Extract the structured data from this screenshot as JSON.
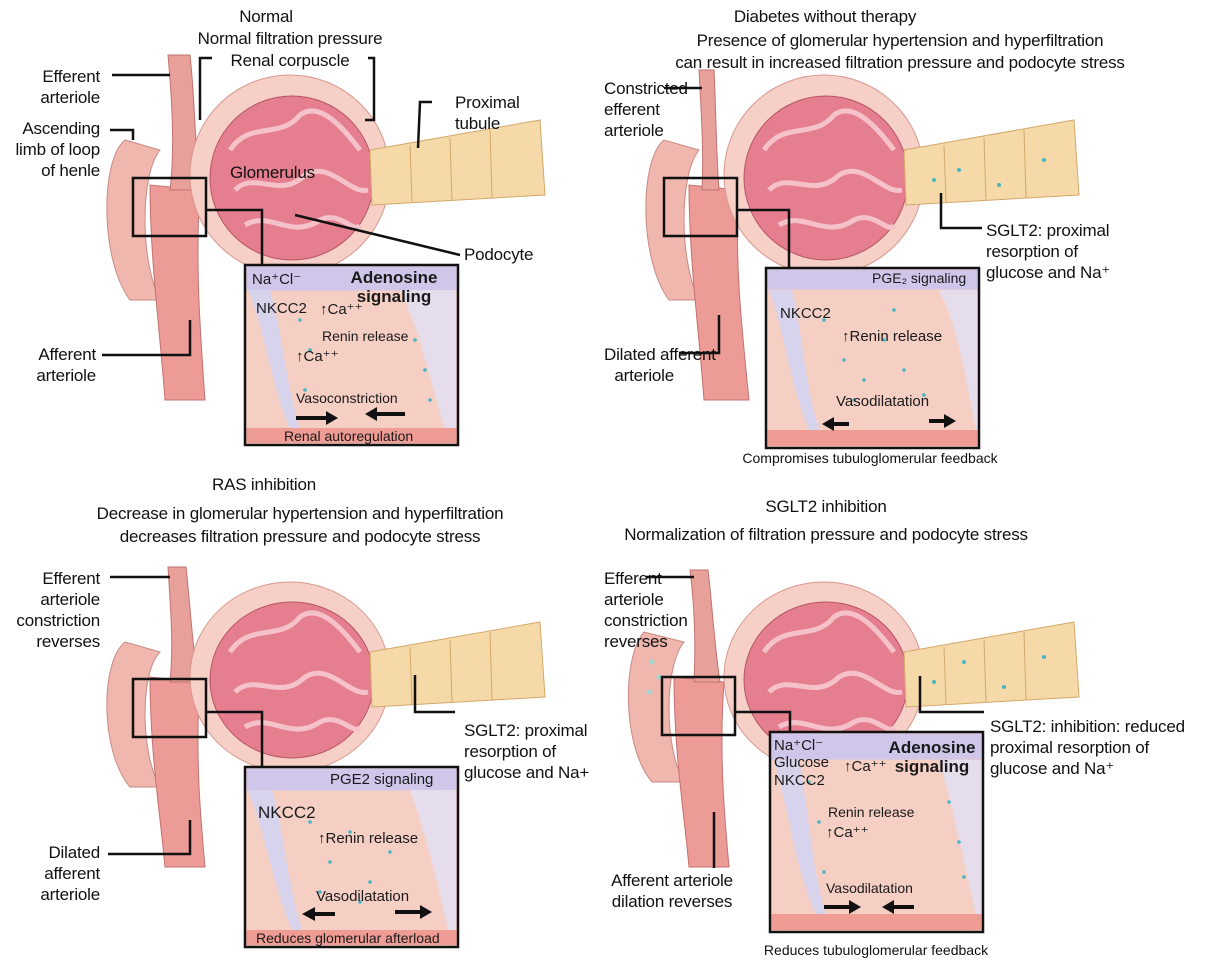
{
  "panels": [
    {
      "title": [
        "Normal",
        "Normal filtration pressure"
      ],
      "labels": {
        "renal_corpuscle": "Renal corpuscle",
        "efferent": [
          "Efferent",
          "arteriole"
        ],
        "ascending": [
          "Ascending",
          "limb of loop",
          "of henle"
        ],
        "glomerulus": "Glomerulus",
        "proximal": [
          "Proximal",
          "tubule"
        ],
        "podocyte": "Podocyte",
        "afferent": [
          "Afferent",
          "arteriole"
        ]
      },
      "inset": {
        "ion": "Na⁺Cl⁻",
        "signaling": [
          "Adenosine",
          "signaling"
        ],
        "nkcc2": "NKCC2",
        "ca1": "↑Ca⁺⁺",
        "renin": "Renin release",
        "ca2": "↑Ca⁺⁺",
        "vaso": "Vasoconstriction",
        "band": "Renal autoregulation"
      }
    },
    {
      "title": [
        "Diabetes without therapy",
        "Presence of glomerular hypertension and hyperfiltration",
        "can result in increased filtration pressure and podocyte stress"
      ],
      "labels": {
        "efferent": [
          "Constricted",
          "efferent",
          "arteriole"
        ],
        "sglt2": [
          "SGLT2: proximal",
          "resorption of",
          "glucose and Na⁺"
        ],
        "afferent": [
          "Dilated afferent",
          "arteriole"
        ]
      },
      "inset": {
        "signaling": "PGE₂ signaling",
        "nkcc2": "NKCC2",
        "renin": "↑Renin release",
        "vaso": "Vasodilatation"
      },
      "caption": "Compromises tubuloglomerular feedback"
    },
    {
      "title": [
        "RAS inhibition",
        "Decrease in glomerular hypertension and hyperfiltration",
        "decreases filtration pressure and podocyte stress"
      ],
      "labels": {
        "efferent": [
          "Efferent",
          "arteriole",
          "constriction",
          "reverses"
        ],
        "sglt2": [
          "SGLT2: proximal",
          "resorption of",
          "glucose and Na+"
        ],
        "afferent": [
          "Dilated",
          "afferent",
          "arteriole"
        ]
      },
      "inset": {
        "signaling": "PGE2 signaling",
        "nkcc2": "NKCC2",
        "renin": "↑Renin release",
        "vaso": "Vasodilatation",
        "band": "Reduces glomerular afterload"
      }
    },
    {
      "title": [
        "SGLT2 inhibition",
        "Normalization of filtration pressure and podocyte stress"
      ],
      "labels": {
        "efferent": [
          "Efferent",
          "arteriole",
          "constriction",
          "reverses"
        ],
        "sglt2": [
          "SGLT2: inhibition: reduced",
          "proximal resorption of",
          "glucose and Na⁺"
        ],
        "afferent": [
          "Afferent arteriole",
          "dilation reverses"
        ]
      },
      "inset": {
        "ion": "Na⁺Cl⁻",
        "glucose": "Glucose",
        "nkcc2": "NKCC2",
        "ca1": "↑Ca⁺⁺",
        "signaling": [
          "Adenosine",
          "signaling"
        ],
        "renin": "Renin release",
        "ca2": "↑Ca⁺⁺",
        "vaso": "Vasodilatation"
      },
      "caption": "Reduces tubuloglomerular feedback"
    }
  ],
  "colors": {
    "tissue": "#f2b3aa",
    "tissue_dark": "#d97f7a",
    "glomerulus": "#e58593",
    "tubule": "#f6d8a8",
    "inset_top": "#cfc6ea",
    "band": "#ef9c94",
    "outline": "#111111"
  }
}
